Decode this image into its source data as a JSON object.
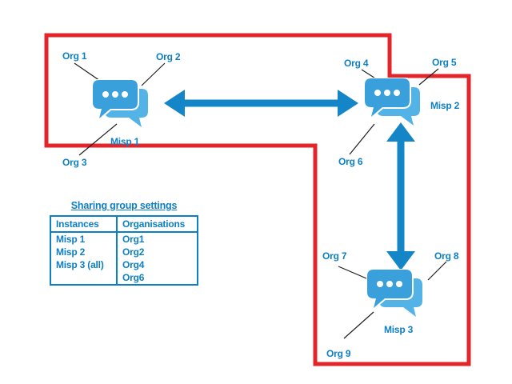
{
  "labels": {
    "org1": "Org 1",
    "org2": "Org 2",
    "org3": "Org 3",
    "org4": "Org 4",
    "org5": "Org 5",
    "org6": "Org 6",
    "org7": "Org 7",
    "org8": "Org 8",
    "org9": "Org 9",
    "misp1": "Misp 1",
    "misp2": "Misp 2",
    "misp3": "Misp 3"
  },
  "table": {
    "title": "Sharing group settings",
    "headers": [
      "Instances",
      "Organisations"
    ],
    "rows": [
      {
        "instance": "Misp 1",
        "organisation": "Org1"
      },
      {
        "instance": "Misp 2",
        "organisation": "Org2"
      },
      {
        "instance": "Misp 3 (all)",
        "organisation": "Org4"
      },
      {
        "instance": "",
        "organisation": "Org6"
      }
    ]
  },
  "icons": {
    "misp_node": "chat-bubbles-icon"
  },
  "colors": {
    "red_border": "#e3242b",
    "label_blue": "#0d7fc3",
    "arrow_blue": "#1485c6",
    "icon_front_blue": "#3aa0db",
    "icon_back_blue": "#54b3e6"
  }
}
